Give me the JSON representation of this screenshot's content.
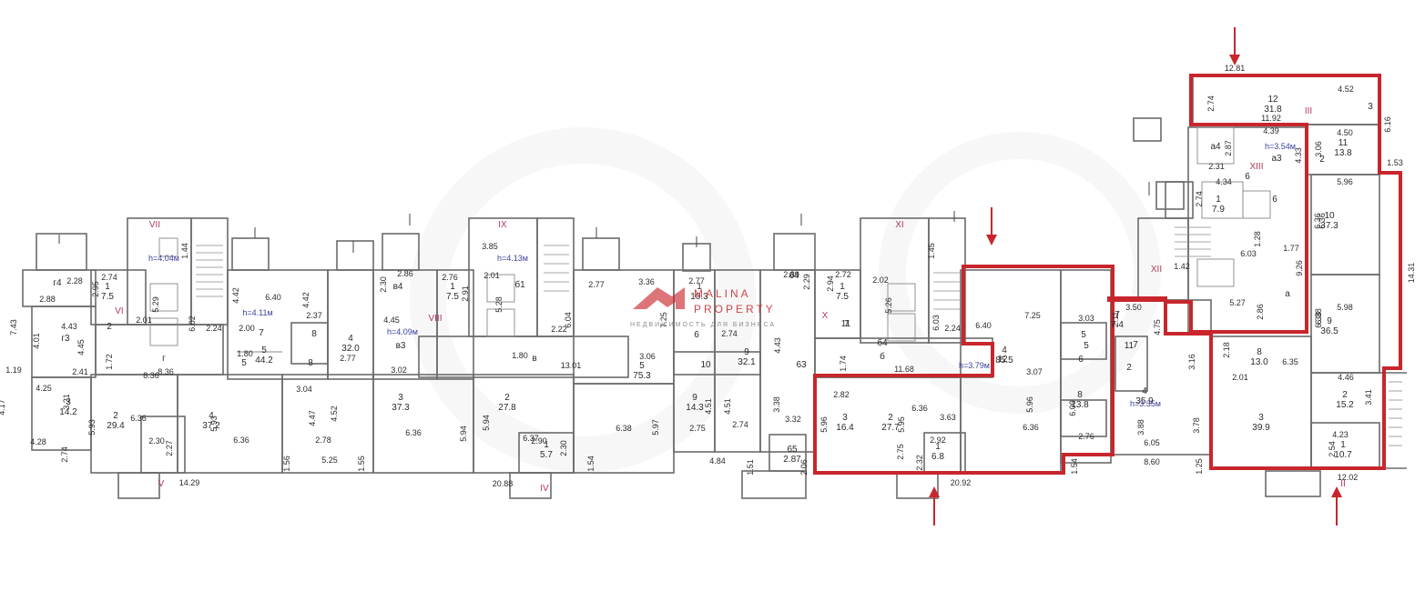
{
  "watermark": {
    "brand_line1": "MALINA",
    "brand_line2": "PROPERTY",
    "tagline": "НЕДВИЖИМОСТЬ ДЛЯ БИЗНЕСА",
    "color": "#c8262c"
  },
  "colors": {
    "highlight": "#c8262c",
    "wall": "#6b6b6b",
    "roman": "#b03a5a",
    "height_note": "#3a3f9a"
  },
  "section_numerals": [
    "VII",
    "VI",
    "V",
    "IX",
    "VIII",
    "IV",
    "XI",
    "X",
    "XII",
    "XIII",
    "III",
    "II"
  ],
  "height_notes": [
    "h=4.04м",
    "h=4.11м",
    "h=4.13м",
    "h=4.09м",
    "h=3.79м",
    "h=3.54м",
    "h=3.35м"
  ],
  "room_labels": {
    "r1": {
      "num": "1",
      "area": "7.5"
    },
    "r2": {
      "num": "2",
      "area": "29.4"
    },
    "r3": {
      "num": "3",
      "area": "14.2"
    },
    "r4": {
      "num": "4",
      "area": "37.2"
    },
    "r5": {
      "num": "5",
      "area": "44.2"
    },
    "r6": {
      "num": "4",
      "area": "32.0"
    },
    "r7": {
      "num": "3",
      "area": "37.3"
    },
    "r8": {
      "num": "2",
      "area": "27.8"
    },
    "r9": {
      "num": "5",
      "area": "75.3"
    },
    "r10": {
      "num": "1",
      "area": "7.5"
    },
    "r11": {
      "num": "9",
      "area": "32.1"
    },
    "r12": {
      "num": "9",
      "area": "14.3"
    },
    "r13": {
      "num": "1",
      "area": "5.7"
    },
    "r14": {
      "num": "1",
      "area": "10.3"
    },
    "r15": {
      "num": "1",
      "area": "7.5"
    },
    "r16": {
      "num": "3",
      "area": "16.4"
    },
    "r17": {
      "num": "2",
      "area": "27.7"
    },
    "r18": {
      "num": "1",
      "area": "6.8"
    },
    "r19": {
      "num": "4",
      "area": "85.5"
    },
    "r20": {
      "num": "8",
      "area": "13.8"
    },
    "r21": {
      "num": "7",
      "area": "7.4"
    },
    "r22": {
      "num": "4",
      "area": "35.9"
    },
    "r23": {
      "num": "8",
      "area": "13.0"
    },
    "r24": {
      "num": "3",
      "area": "39.9"
    },
    "r25": {
      "num": "2",
      "area": "15.2"
    },
    "r26": {
      "num": "1",
      "area": "10.7"
    },
    "r27": {
      "num": "10",
      "area": "37.3"
    },
    "r28": {
      "num": "9",
      "area": "36.5"
    },
    "r29": {
      "num": "11",
      "area": "13.8"
    },
    "r30": {
      "num": "12",
      "area": "31.8"
    },
    "r31": {
      "num": "1",
      "area": "7.9"
    },
    "r32": {
      "num": "65",
      "area": "2.87"
    }
  },
  "room_codes": [
    "г4",
    "г3",
    "в4",
    "в3",
    "а4",
    "а3",
    "б1",
    "б4",
    "64",
    "63",
    "в",
    "б",
    "а",
    "г"
  ],
  "small_numbers": [
    "2",
    "5",
    "6",
    "7",
    "8",
    "10",
    "11",
    "12",
    "2",
    "5",
    "6",
    "7",
    "5",
    "6",
    "7",
    "6",
    "2",
    "3",
    "11",
    "8"
  ],
  "dimensions": [
    "2.74",
    "2.88",
    "2.28",
    "2.95",
    "4.43",
    "4.01",
    "4.45",
    "7.43",
    "1.19",
    "4.25",
    "3.21",
    "4.17",
    "4.28",
    "2.74",
    "5.93",
    "6.36",
    "2.41",
    "1.72",
    "8.36",
    "5.29",
    "2.01",
    "6.02",
    "2.24",
    "1.44",
    "4.42",
    "6.40",
    "4.42",
    "2.37",
    "2.00",
    "1.80",
    "3.04",
    "4.47",
    "4.52",
    "2.77",
    "2.30",
    "2.27",
    "5.93",
    "6.36",
    "2.78",
    "1.56",
    "14.29",
    "5.25",
    "1.55",
    "2.30",
    "2.86",
    "2.76",
    "2.91",
    "4.45",
    "3.02",
    "3.85",
    "2.01",
    "5.28",
    "6.04",
    "2.22",
    "1.80",
    "13.01",
    "6.37",
    "5.94",
    "6.36",
    "5.94",
    "2.90",
    "2.30",
    "20.88",
    "1.54",
    "2.77",
    "3.36",
    "7.25",
    "3.06",
    "5.97",
    "6.38",
    "2.77",
    "2.74",
    "4.51",
    "4.51",
    "2.75",
    "2.74",
    "4.84",
    "1.51",
    "2.89",
    "2.29",
    "4.43",
    "3.38",
    "3.32",
    "2.06",
    "2.72",
    "2.94",
    "2.02",
    "5.26",
    "6.03",
    "2.24",
    "1.45",
    "1.74",
    "11.68",
    "2.82",
    "5.96",
    "5.95",
    "6.36",
    "3.63",
    "2.75",
    "2.32",
    "2.92",
    "6.40",
    "7.25",
    "3.07",
    "5.96",
    "6.36",
    "6.00",
    "2.76",
    "20.92",
    "1.54",
    "3.03",
    "2.11",
    "3.50",
    "4.75",
    "1.42",
    "3.16",
    "3.88",
    "6.05",
    "3.78",
    "2.18",
    "2.01",
    "8.60",
    "6.36",
    "6.38",
    "1.25",
    "12.02",
    "4.46",
    "3.41",
    "4.23",
    "2.54",
    "6.35",
    "12.81",
    "2.74",
    "4.52",
    "11.92",
    "6.16",
    "4.39",
    "4.50",
    "2.87",
    "4.33",
    "3.06",
    "2.31",
    "4.34",
    "2.74",
    "1.53",
    "5.96",
    "6.36",
    "5.98",
    "6.38",
    "14.31",
    "9.26",
    "1.77",
    "2.86",
    "5.27",
    "6.03",
    "1.28",
    "8.36"
  ]
}
